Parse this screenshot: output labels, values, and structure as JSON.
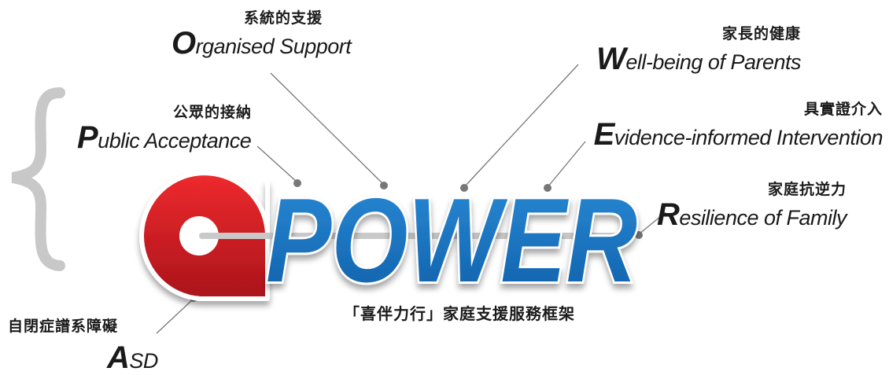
{
  "labels": {
    "organised": {
      "cn": "系統的支援",
      "initial": "O",
      "rest": "rganised Support"
    },
    "wellbeing": {
      "cn": "家長的健康",
      "initial": "W",
      "rest": "ell-being of Parents"
    },
    "public": {
      "cn": "公眾的接納",
      "initial": "P",
      "rest": "ublic Acceptance"
    },
    "evidence": {
      "cn": "具實證介入",
      "initial": "E",
      "rest": "vidence-informed Intervention"
    },
    "resilience": {
      "cn": "家庭抗逆力",
      "initial": "R",
      "rest": "esilience of Family"
    },
    "asd": {
      "cn": "自閉症譜系障礙",
      "initial": "A",
      "rest": "SD"
    }
  },
  "logo": {
    "word": "POWER",
    "letters": [
      "P",
      "O",
      "W",
      "E",
      "R"
    ],
    "caption": "「喜伴力行」家庭支援服務框架"
  },
  "colors": {
    "red": "#d7171f",
    "blue": "#1a73c4",
    "line": "#777777",
    "brace": "#c8c8c8"
  }
}
